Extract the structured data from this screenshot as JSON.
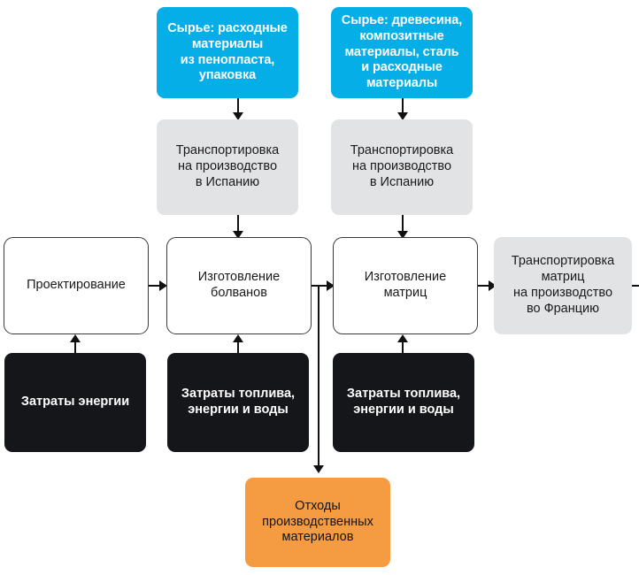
{
  "diagram": {
    "type": "process-flow-diagram",
    "language": "ru",
    "colors": {
      "input_raw_material": "#06AEE8",
      "transport": "#E2E3E5",
      "process": "#FFFFFF",
      "resource_input": "#15161A",
      "waste_output": "#F59B41",
      "connector": "#111111"
    },
    "nodes": {
      "raw_material_foam": "Сырье: расходные\nматериалы\nиз пенопласта,\nупаковка",
      "raw_material_wood": "Сырье: древесина,\nкомпозитные\nматериалы, сталь\nи расходные\nматериалы",
      "transport_spain_1": "Транспортировка\nна производство\nв Испанию",
      "transport_spain_2": "Транспортировка\nна производство\nв Испанию",
      "design": "Проектирование",
      "plug_manufacturing": "Изготовление\nболванов",
      "mould_manufacturing": "Изготовление\nматриц",
      "transport_france": "Транспортировка\nматриц\nна производство\nво Францию",
      "energy_costs": "Затраты энергии",
      "fuel_energy_water_1": "Затраты топлива,\nэнергии и воды",
      "fuel_energy_water_2": "Затраты топлива,\nэнергии и воды",
      "production_waste": "Отходы\nпроизводственных\nматериалов"
    }
  }
}
